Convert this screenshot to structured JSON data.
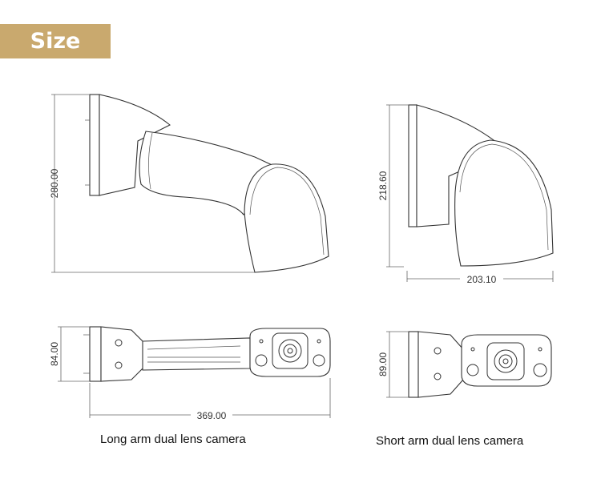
{
  "header": {
    "title": "Size",
    "badge_color": "#c9a96e"
  },
  "long_arm": {
    "caption": "Long arm dual lens camera",
    "side_height": "280.00",
    "top_depth": "84.00",
    "top_length": "369.00"
  },
  "short_arm": {
    "caption": "Short arm dual lens camera",
    "side_height": "218.60",
    "side_length": "203.10",
    "top_depth": "89.00"
  }
}
